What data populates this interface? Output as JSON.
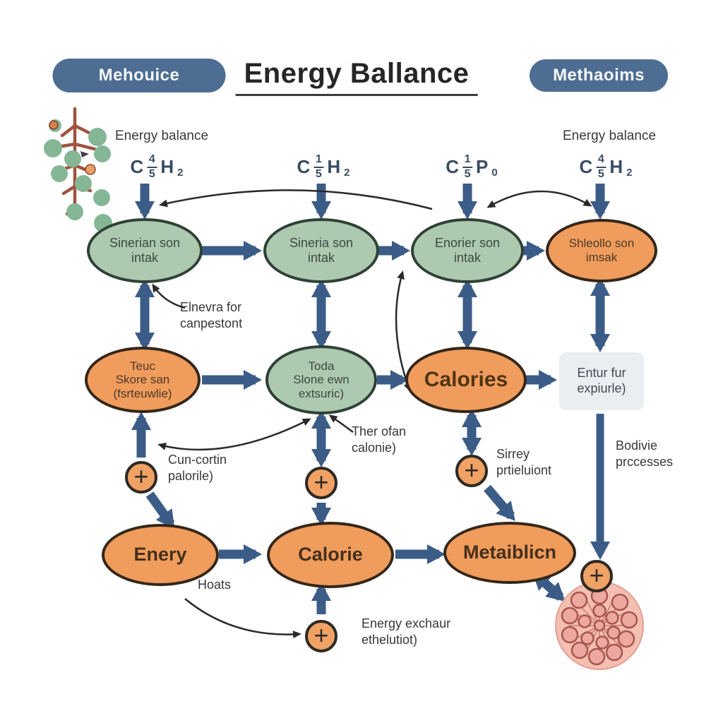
{
  "title": "Energy Ballance",
  "pill_left": "Mehouice",
  "pill_right": "Methaoims",
  "side_labels": {
    "left": "Energy balance",
    "right": "Energy balance"
  },
  "formulas": [
    {
      "prefix": "C",
      "num": "4",
      "den": "5",
      "elem": "H",
      "sub": "2"
    },
    {
      "prefix": "C",
      "num": "1",
      "den": "5",
      "elem": "H",
      "sub": "2"
    },
    {
      "prefix": "C",
      "num": "1",
      "den": "5",
      "elem": "P",
      "sub": "0"
    },
    {
      "prefix": "C",
      "num": "4",
      "den": "5",
      "elem": "H",
      "sub": "2"
    }
  ],
  "nodes": {
    "row1": [
      {
        "text": "Sinerian son\nintak"
      },
      {
        "text": "Sineria son\nintak"
      },
      {
        "text": "Enorier son\nintak"
      },
      {
        "text": "Shleollo son\nimsak"
      }
    ],
    "row2": [
      {
        "text": "Teuc\nSkore san\n(fsrteuwlie)"
      },
      {
        "text": "Toda\nSlone ewn\nextsuric)"
      },
      {
        "text": "Calories"
      }
    ],
    "expenditure_box": "Entur fur\nexpiurle)",
    "row3": [
      {
        "text": "Enery"
      },
      {
        "text": "Calorie"
      },
      {
        "text": "Metaiblicn"
      }
    ]
  },
  "annotations": {
    "elnevra": "Elnevra for\ncanpestont",
    "cun_cortin": "Cun-cortin\npalorile)",
    "ther_ofan": "Ther ofan\ncalonie)",
    "sirrey": "Sirrey\nprtieluiont",
    "bodivie": "Bodivie\nprccesses",
    "hoats": "Hoats",
    "energy_exchaur": "Energy exchaur\nethelutiot)"
  },
  "symbols": {
    "plus": "+"
  },
  "colors": {
    "arrow_blue": "#3b5c87",
    "green_fill": "#adc9b0",
    "orange_fill": "#f09c5c",
    "pill_blue": "#4e6d92",
    "gray_box": "#e9eef1",
    "cell_pink": "#f4bfb1",
    "plant_green": "#85b796",
    "plant_stem": "#a05340"
  }
}
